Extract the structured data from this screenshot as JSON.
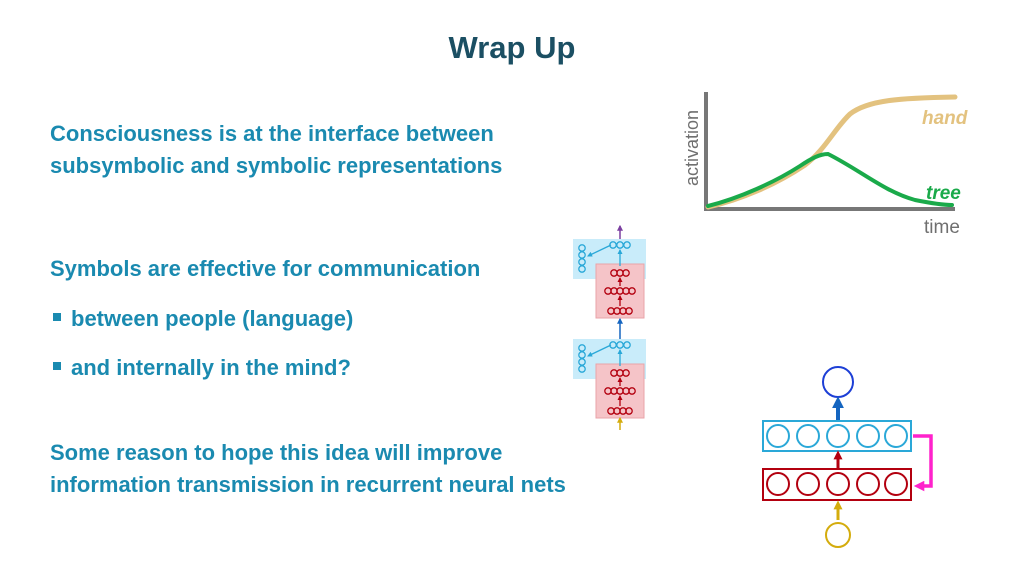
{
  "slide": {
    "title": "Wrap Up",
    "line1": [
      "Consciousness is at the interface between",
      "subsymbolic and symbolic representations"
    ],
    "line2": "Symbols are effective for communication",
    "bullets": [
      "between people (language)",
      "and internally in the mind?"
    ],
    "line3": [
      "Some reason to hope this idea will improve",
      "information transmission in recurrent neural nets"
    ]
  },
  "chart": {
    "ylabel": "activation",
    "xlabel": "time",
    "series": [
      {
        "name": "hand",
        "color": "#e3c27f"
      },
      {
        "name": "tree",
        "color": "#1aaa4a"
      }
    ]
  },
  "colors": {
    "title": "#1b4f63",
    "text": "#1a8ab0",
    "cyan": "#2aa8d8",
    "red": "#b3000f",
    "magenta": "#ff22cc",
    "gold": "#d4ac0d"
  }
}
